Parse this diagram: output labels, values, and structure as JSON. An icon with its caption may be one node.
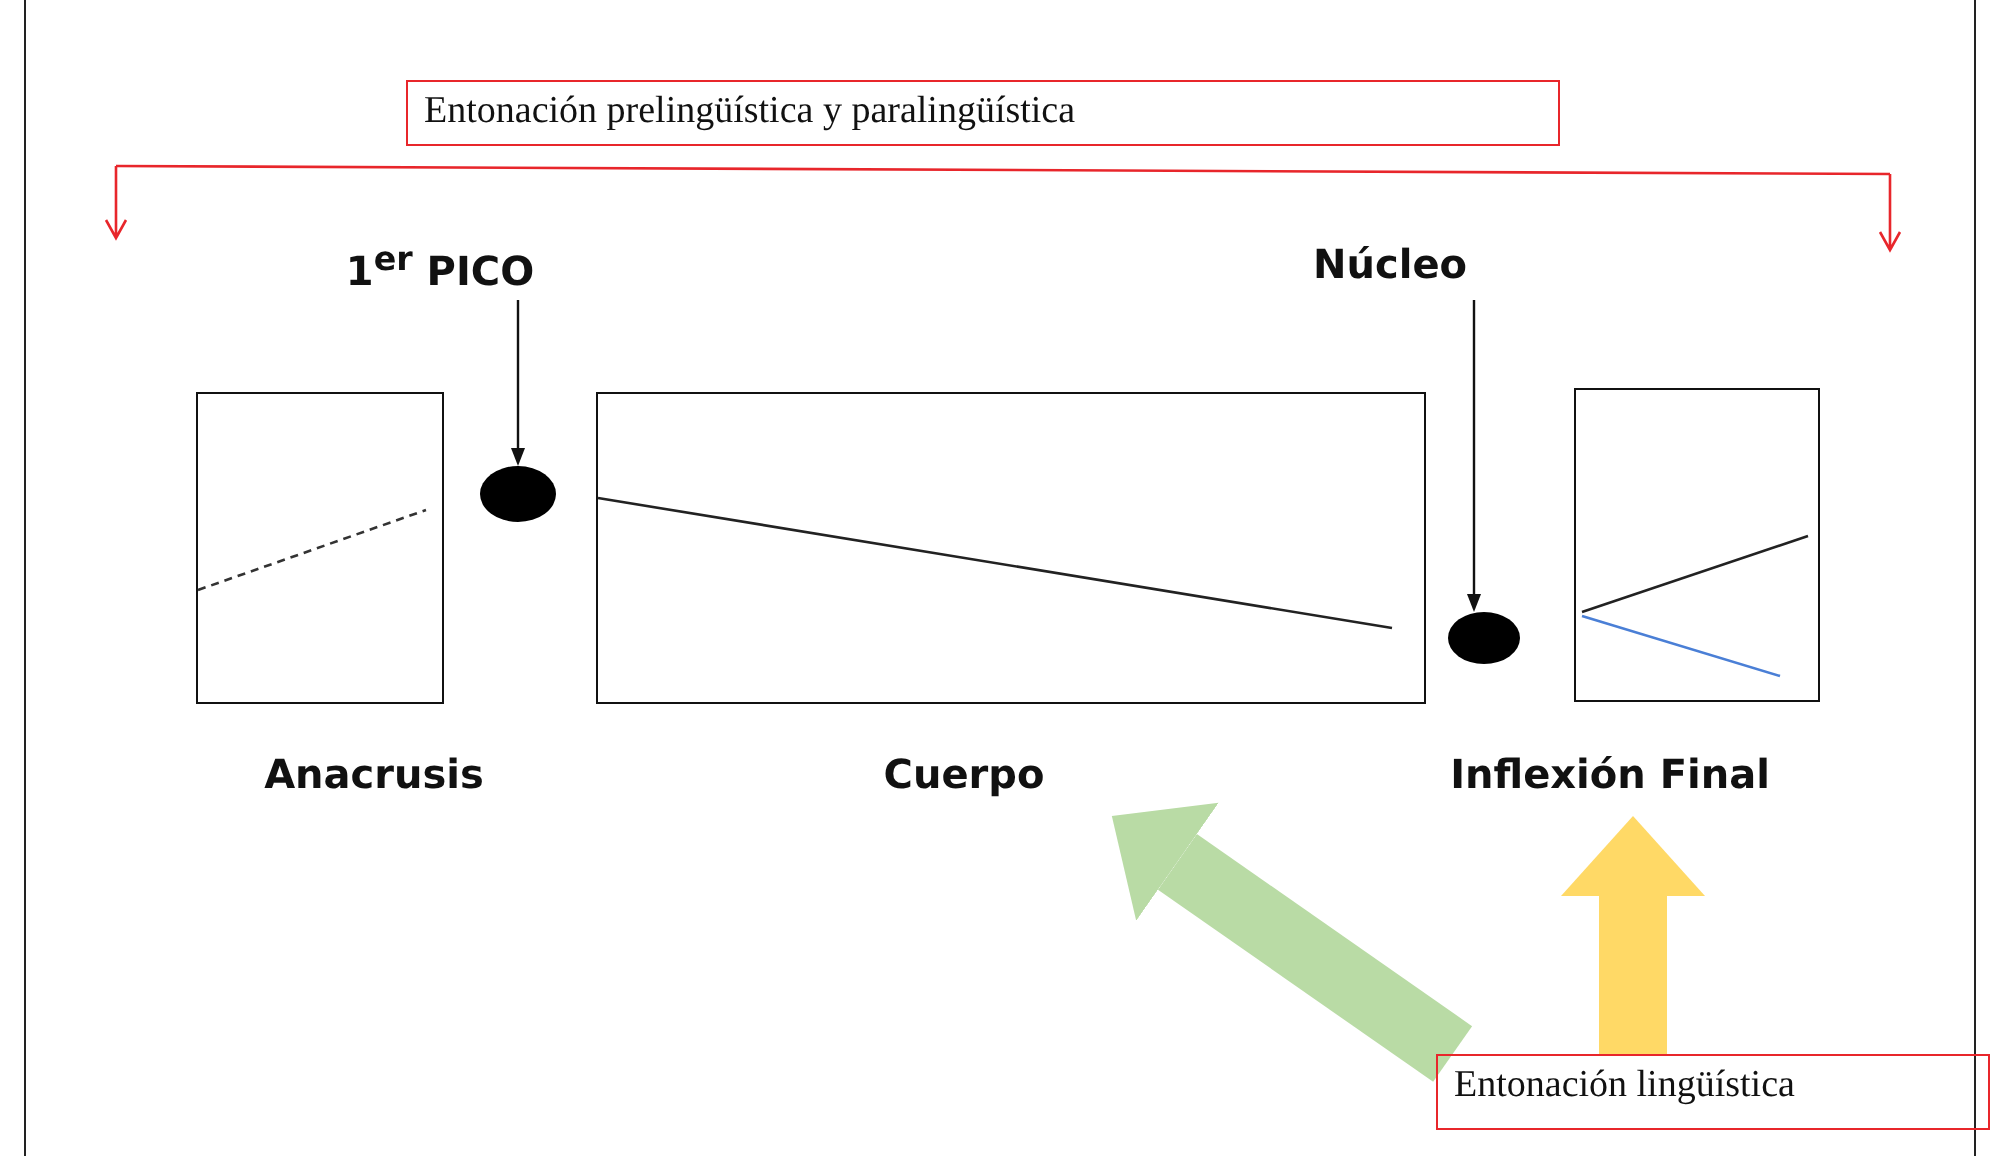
{
  "diagram": {
    "nodes": [
      {
        "text": [
          "Entonación prelingüística y paralingüística"
        ]
      },
      {
        "text": [
          "1$^{er}$ PICO"
        ]
      },
      {
        "text": [
          "Núcleo"
        ]
      },
      {
        "text": [
          "Anacrusis"
        ]
      },
      {
        "text": [],
        "shape": "circle"
      },
      {
        "text": [
          "Cuerpo"
        ]
      },
      {
        "text": [],
        "shape": "circle"
      },
      {
        "text": [
          "Inflexión Final"
        ]
      },
      {
        "text": [
          "Entonación lingüística"
        ]
      }
    ],
    "edges": [
      {
        "from": 1,
        "to": 4,
        "arrow": "to"
      },
      {
        "from": 2,
        "to": 6,
        "arrow": "to"
      },
      {
        "from": 8,
        "to": 5,
        "arrow": "to",
        "style": "thick",
        "color": "#b9dba5"
      },
      {
        "from": 8,
        "to": 7,
        "arrow": "to",
        "style": "thick",
        "color": "#ffd966"
      }
    ]
  }
}
